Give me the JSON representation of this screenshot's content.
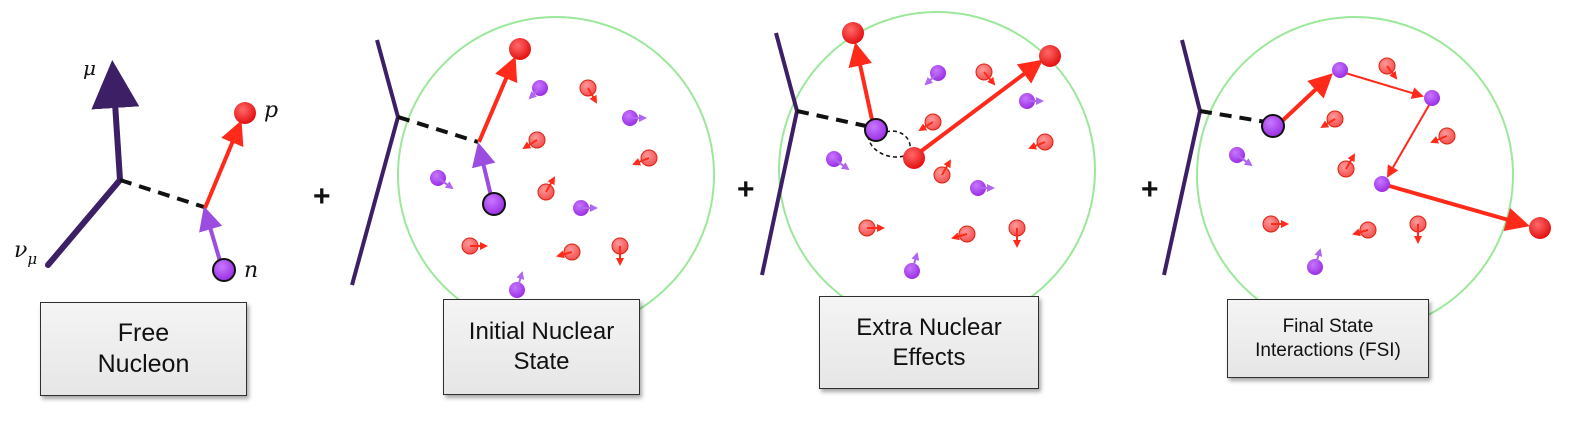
{
  "labels": {
    "mu": "μ",
    "p": "p",
    "nu": "ν",
    "nu_sub": "μ",
    "n": "n"
  },
  "operators": [
    "+",
    "+",
    "+"
  ],
  "captions": {
    "free_nucleon": [
      "Free",
      "Nucleon"
    ],
    "initial_nuclear_state": [
      "Initial Nuclear",
      "State"
    ],
    "extra_nuclear_effects": [
      "Extra Nuclear",
      "Effects"
    ],
    "final_state_interactions": [
      "Final State",
      "Interactions (FSI)"
    ]
  },
  "colors": {
    "lepton_line": "#3d1f66",
    "proton": "#ee1c1c",
    "neutron": "#a23be8",
    "nucleus_outline": "#9be89b",
    "proton_arrow": "#ff2a1a",
    "neutron_arrow": "#9b4de0"
  }
}
